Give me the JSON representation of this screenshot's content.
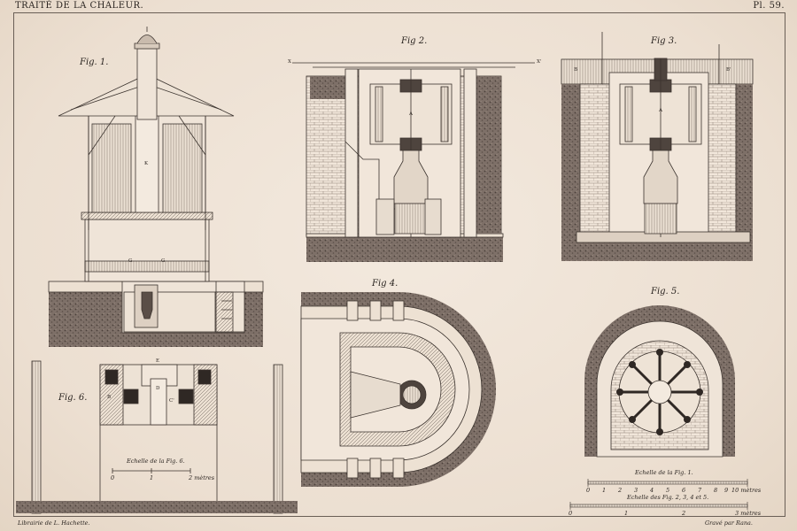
{
  "header": {
    "left_title": "TRAITÉ DE LA CHALEUR.",
    "plate_number": "Pl. 59."
  },
  "figures": {
    "fig1": "Fig. 1.",
    "fig2": "Fig 2.",
    "fig3": "Fig 3.",
    "fig4": "Fig 4.",
    "fig5": "Fig. 5.",
    "fig6": "Fig. 6."
  },
  "letters": {
    "K": "K",
    "A2": "A",
    "A3": "A",
    "X": "X",
    "Xprime": "X'",
    "E": "E",
    "D": "D",
    "B": "B",
    "Cprime": "C'",
    "B3left": "B",
    "B3right": "B'",
    "G1": "G",
    "G2": "G"
  },
  "scales": {
    "fig6_scale": "Echelle de la Fig. 6.",
    "fig6_ticks": [
      "0",
      "1",
      "2 mètres"
    ],
    "fig1_scale": "Echelle de la Fig. 1.",
    "fig1_ticks": [
      "0",
      "1",
      "2",
      "3",
      "4",
      "5",
      "6",
      "7",
      "8",
      "9",
      "10 mètres"
    ],
    "fig2345_scale": "Echelle des Fig. 2, 3, 4 et 5.",
    "fig2345_ticks": [
      "0",
      "1",
      "2",
      "3 mètres"
    ]
  },
  "footer": {
    "publisher": "Librairie de L. Hachette.",
    "engraver": "Gravé par Rana."
  }
}
